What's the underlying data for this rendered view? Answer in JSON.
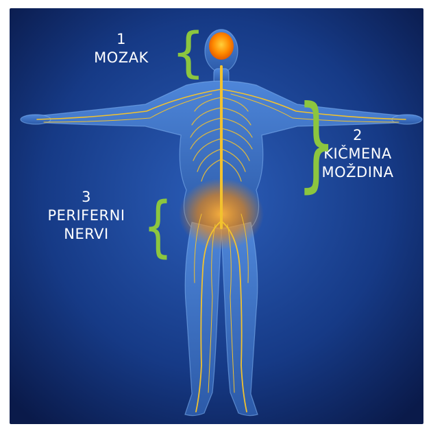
{
  "labels": [
    {
      "id": "brain",
      "number": "1",
      "lines": [
        "MOZAK"
      ]
    },
    {
      "id": "spinal-cord",
      "number": "2",
      "lines": [
        "KIČMENA",
        "MOŽDINA"
      ]
    },
    {
      "id": "peripheral-nerves",
      "number": "3",
      "lines": [
        "PERIFERNI",
        "NERVI"
      ]
    }
  ],
  "colors": {
    "background_center": "#2b5db8",
    "background_edge": "#0a1a4a",
    "body": "#3d72c9",
    "nerves": "#f2c22e",
    "brain": "#ff8a00",
    "glow": "#ff9d1f",
    "brace": "#8cc63f"
  },
  "icons": [
    "human-body-figure",
    "brace-icon"
  ]
}
